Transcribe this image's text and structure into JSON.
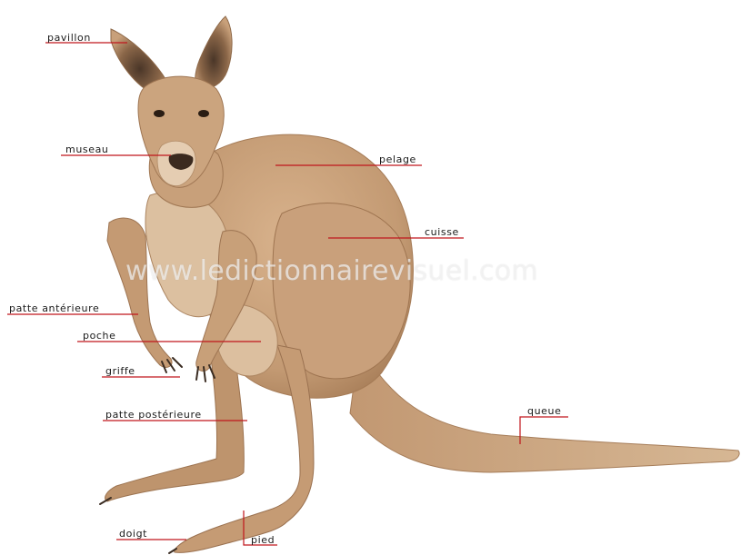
{
  "watermark": "www.ledictionnairevisuel.com",
  "colors": {
    "fur": "#c9a07a",
    "fur_dark": "#a87d58",
    "fur_light": "#e3c9ac",
    "leader_line": "#c0161c",
    "label_text": "#1a1a1a"
  },
  "labels": {
    "pavillon": "pavillon",
    "museau": "museau",
    "pelage": "pelage",
    "cuisse": "cuisse",
    "patte_anterieure": "patte antérieure",
    "poche": "poche",
    "griffe": "griffe",
    "patte_posterieure": "patte postérieure",
    "queue": "queue",
    "doigt": "doigt",
    "pied": "pied"
  }
}
